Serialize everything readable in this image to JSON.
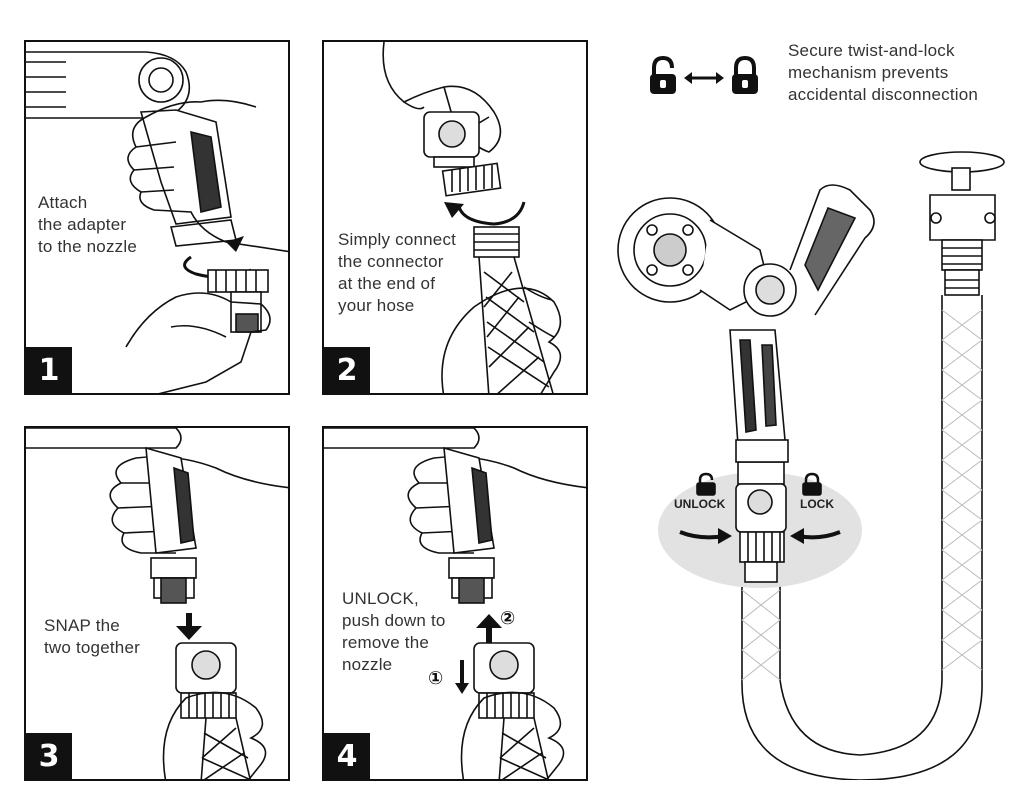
{
  "steps": [
    {
      "number": "1",
      "caption": "Attach\nthe adapter\nto the nozzle"
    },
    {
      "number": "2",
      "caption": "Simply connect\nthe connector\nat the end of\nyour hose"
    },
    {
      "number": "3",
      "caption": "SNAP the\ntwo together"
    },
    {
      "number": "4",
      "caption": "UNLOCK,\npush down to\nremove the\nnozzle"
    }
  ],
  "step4_marks": {
    "first": "①",
    "second": "②"
  },
  "feature": {
    "text": "Secure twist-and-lock\nmechanism prevents\naccidental disconnection",
    "icons": [
      "unlock-icon",
      "double-arrow-icon",
      "lock-icon"
    ]
  },
  "diagram_labels": {
    "unlock": "UNLOCK",
    "lock": "LOCK"
  },
  "colors": {
    "line": "#111111",
    "accent": "#ffffff",
    "gray": "#9a9a9a",
    "bubble": "#e2e2e2"
  }
}
